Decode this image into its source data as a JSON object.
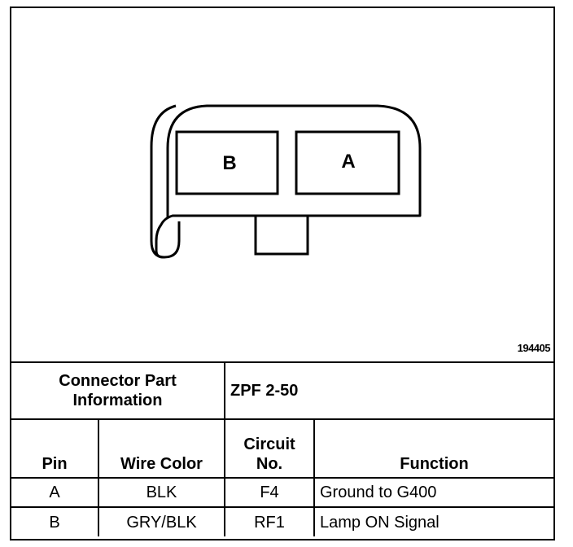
{
  "diagram": {
    "cavity_left_label": "B",
    "cavity_right_label": "A",
    "drawing_id": "194405"
  },
  "connector_info": {
    "label_line1": "Connector Part",
    "label_line2": "Information",
    "value": "ZPF 2-50"
  },
  "table": {
    "headers": {
      "pin": "Pin",
      "wire_color": "Wire Color",
      "circuit_line1": "Circuit",
      "circuit_line2": "No.",
      "function": "Function"
    },
    "rows": [
      {
        "pin": "A",
        "wire_color": "BLK",
        "circuit": "F4",
        "function": "Ground to G400"
      },
      {
        "pin": "B",
        "wire_color": "GRY/BLK",
        "circuit": "RF1",
        "function": "Lamp ON Signal"
      }
    ]
  }
}
